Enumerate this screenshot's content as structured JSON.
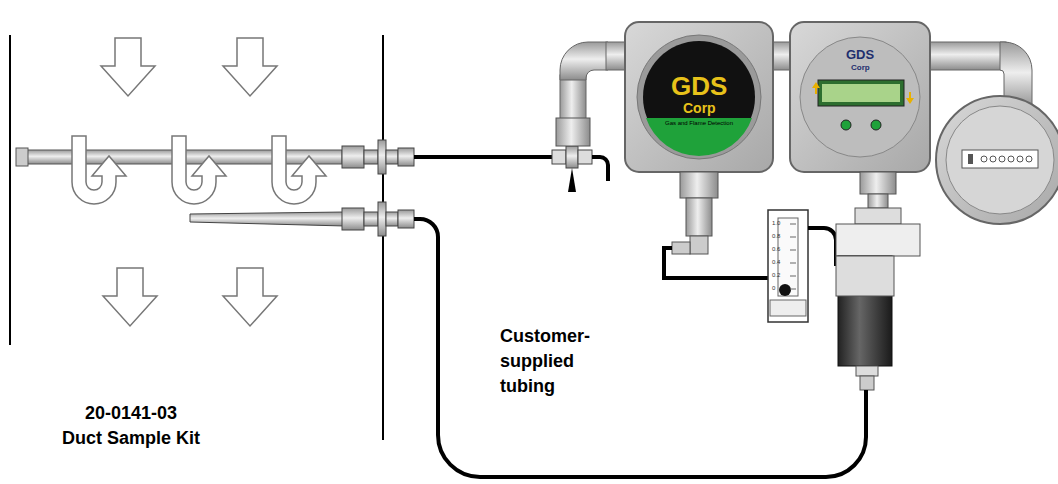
{
  "diagram": {
    "labels": [
      "GDS",
      "Corp",
      "Gas and Flame Detection",
      "GDS",
      "Corp",
      "1.0",
      "0.8",
      "0.6",
      "0.4",
      "0.2",
      "0",
      "Customer-supplied tubing",
      "20-0141-03",
      "Duct Sample Kit"
    ]
  }
}
